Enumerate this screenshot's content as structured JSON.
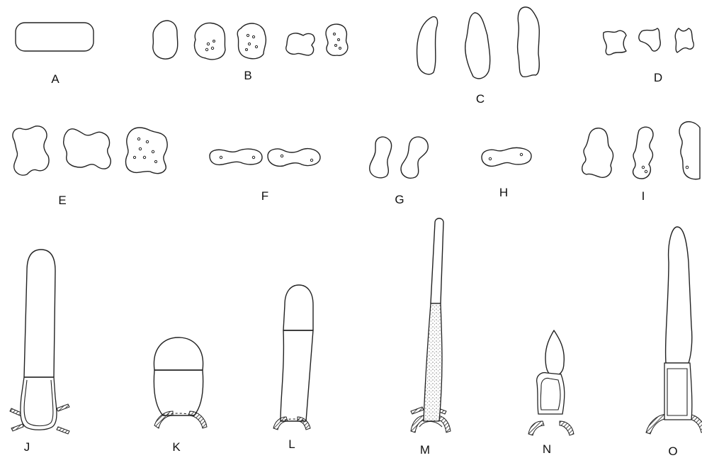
{
  "labels": {
    "A": "A",
    "B": "B",
    "C": "C",
    "D": "D",
    "E": "E",
    "F": "F",
    "G": "G",
    "H": "H",
    "I": "I",
    "J": "J",
    "K": "K",
    "L": "L",
    "M": "M",
    "N": "N",
    "O": "O"
  }
}
